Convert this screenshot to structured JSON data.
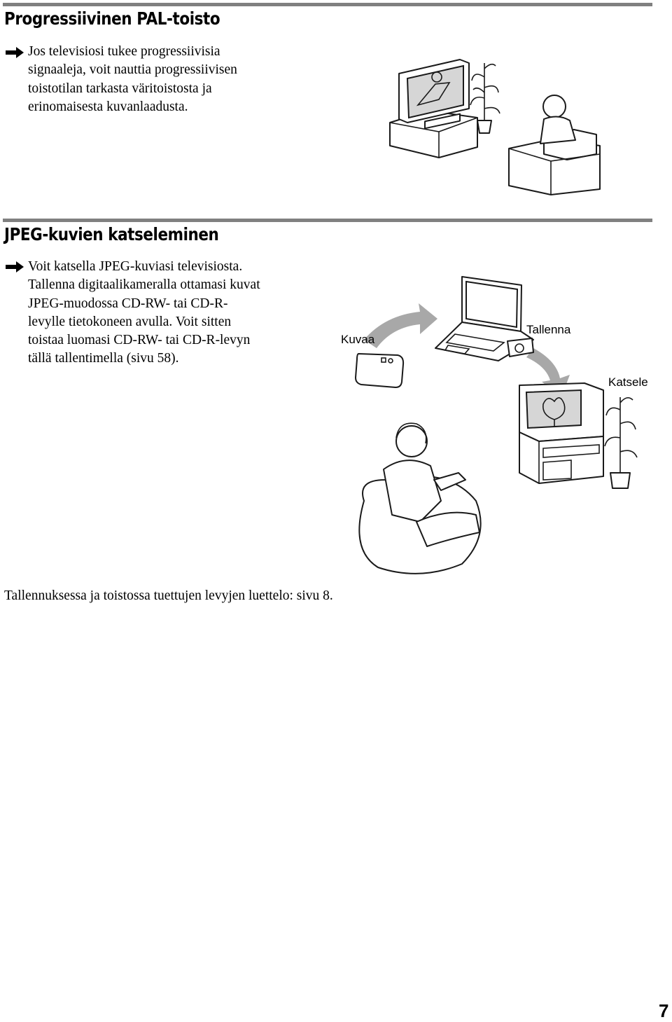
{
  "section1": {
    "heading": "Progressiivinen PAL-toisto",
    "lines": [
      "Jos televisiosi tukee progressiivisia",
      "signaaleja, voit nauttia progressiivisen",
      "toistotilan tarkasta väritoistosta ja",
      "erinomaisesta kuvanlaadusta."
    ]
  },
  "section2": {
    "heading": "JPEG-kuvien katseleminen",
    "lines": [
      "Voit katsella JPEG-kuviasi televisiosta.",
      "Tallenna digitaalikameralla ottamasi kuvat",
      "JPEG-muodossa CD-RW- tai CD-R-",
      "levylle tietokoneen avulla. Voit sitten",
      "toistaa luomasi CD-RW- tai CD-R-levyn",
      "tällä tallentimella (sivu 58)."
    ]
  },
  "diagram": {
    "label_capture": "Kuvaa",
    "label_save": "Tallenna",
    "label_watch": "Katsele"
  },
  "footer": "Tallennuksessa ja toistossa tuettujen levyjen luettelo: sivu 8.",
  "page_number": "7",
  "colors": {
    "rule": "#808080",
    "arrow_fill": "#a8a8a8"
  },
  "icons": [
    "right-arrow-icon"
  ]
}
